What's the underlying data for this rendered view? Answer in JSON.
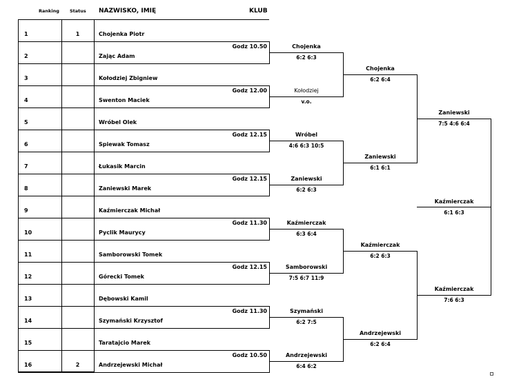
{
  "header": {
    "ranking": "Ranking",
    "status": "Status",
    "name": "NAZWISKO, IMIĘ",
    "club": "KLUB"
  },
  "players": [
    {
      "num": "1",
      "status": "1",
      "name": "Chojenka Piotr"
    },
    {
      "num": "2",
      "status": "",
      "name": "Zając Adam"
    },
    {
      "num": "3",
      "status": "",
      "name": "Kołodziej Zbigniew"
    },
    {
      "num": "4",
      "status": "",
      "name": "Swenton Maciek"
    },
    {
      "num": "5",
      "status": "",
      "name": "Wróbel Olek"
    },
    {
      "num": "6",
      "status": "",
      "name": "Spiewak Tomasz"
    },
    {
      "num": "7",
      "status": "",
      "name": "Łukasik Marcin"
    },
    {
      "num": "8",
      "status": "",
      "name": "Zaniewski Marek"
    },
    {
      "num": "9",
      "status": "",
      "name": "Kaźmierczak Michał"
    },
    {
      "num": "10",
      "status": "",
      "name": "Pyclik Maurycy"
    },
    {
      "num": "11",
      "status": "",
      "name": "Samborowski Tomek"
    },
    {
      "num": "12",
      "status": "",
      "name": "Górecki Tomek"
    },
    {
      "num": "13",
      "status": "",
      "name": "Dębowski Kamil"
    },
    {
      "num": "14",
      "status": "",
      "name": "Szymański Krzysztof"
    },
    {
      "num": "15",
      "status": "",
      "name": "Taratajcio Marek"
    },
    {
      "num": "16",
      "status": "2",
      "name": "Andrzejewski Michał"
    }
  ],
  "round1": [
    {
      "time": "Godz 10.50",
      "winner": "Chojenka",
      "score": "6:2  6:3"
    },
    {
      "time": "Godz 12.00",
      "winner": "Kołodziej",
      "score": "v.o."
    },
    {
      "time": "Godz 12.15",
      "winner": "Wróbel",
      "score": "4:6  6:3  10:5"
    },
    {
      "time": "Godz 12.15",
      "winner": "Zaniewski",
      "score": "6:2  6:3"
    },
    {
      "time": "Godz 11.30",
      "winner": "Kaźmierczak",
      "score": "6:3  6:4"
    },
    {
      "time": "Godz 12.15",
      "winner": "Samborowski",
      "score": "7:5  6:7  11:9"
    },
    {
      "time": "Godz 11.30",
      "winner": "Szymański",
      "score": "6:2  7:5"
    },
    {
      "time": "Godz 10.50",
      "winner": "Andrzejewski",
      "score": "6:4  6:2"
    }
  ],
  "round2": [
    {
      "winner": "Chojenka",
      "score": "6:2  6:4"
    },
    {
      "winner": "Zaniewski",
      "score": "6:1  6:1"
    },
    {
      "winner": "Kaźmierczak",
      "score": "6:2  6:3"
    },
    {
      "winner": "Andrzejewski",
      "score": "6:2  6:4"
    }
  ],
  "round3": [
    {
      "winner": "Zaniewski",
      "score": "7:5  4:6  6:4"
    },
    {
      "winner": "Kaźmierczak",
      "score": "7:6  6:3"
    }
  ],
  "final": {
    "winner": "Kaźmierczak",
    "score": "6:1  6:3"
  }
}
